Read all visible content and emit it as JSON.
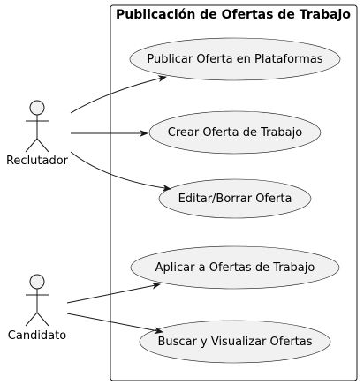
{
  "system": {
    "title": "Publicación de Ofertas de Trabajo"
  },
  "actors": [
    {
      "id": "reclutador",
      "label": "Reclutador"
    },
    {
      "id": "candidato",
      "label": "Candidato"
    }
  ],
  "use_cases": [
    {
      "id": "publicar",
      "label": "Publicar Oferta en Plataformas"
    },
    {
      "id": "crear",
      "label": "Crear Oferta de Trabajo"
    },
    {
      "id": "editar",
      "label": "Editar/Borrar Oferta"
    },
    {
      "id": "aplicar",
      "label": "Aplicar a Ofertas de Trabajo"
    },
    {
      "id": "buscar",
      "label": "Buscar y Visualizar Ofertas"
    }
  ],
  "colors": {
    "usecase_fill": "#f1f1f1",
    "stroke": "#181818",
    "boundary_fill": "#ffffff"
  }
}
